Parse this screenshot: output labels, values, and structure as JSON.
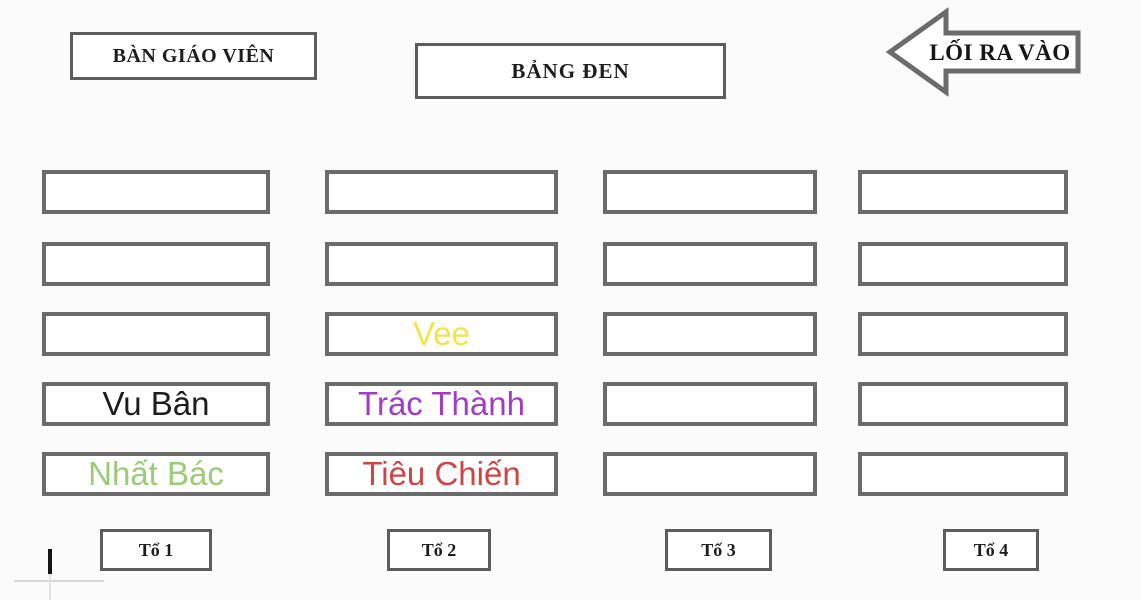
{
  "header": {
    "teacher_desk_label": "BÀN GIÁO VIÊN",
    "blackboard_label": "BẢNG ĐEN",
    "exit_label": "LỐI RA VÀO"
  },
  "colors": {
    "desk_border": "#6b6b6b",
    "label_border": "#5d5d5d",
    "name_black": "#1c1c1c",
    "name_yellow": "#f2e449",
    "name_green": "#9bcb76",
    "name_purple": "#a23cc6",
    "name_red": "#cf4545"
  },
  "columns": [
    {
      "group_label": "Tổ 1",
      "seats": [
        {
          "name": ""
        },
        {
          "name": ""
        },
        {
          "name": ""
        },
        {
          "name": "Vu Bân",
          "color": "#1c1c1c"
        },
        {
          "name": "Nhất Bác",
          "color": "#9bcb76"
        }
      ]
    },
    {
      "group_label": "Tổ 2",
      "seats": [
        {
          "name": ""
        },
        {
          "name": ""
        },
        {
          "name": "Vee",
          "color": "#f2e449"
        },
        {
          "name": "Trác Thành",
          "color": "#a23cc6"
        },
        {
          "name": "Tiêu Chiến",
          "color": "#cf4545"
        }
      ]
    },
    {
      "group_label": "Tổ 3",
      "seats": [
        {
          "name": ""
        },
        {
          "name": ""
        },
        {
          "name": ""
        },
        {
          "name": ""
        },
        {
          "name": ""
        }
      ]
    },
    {
      "group_label": "Tổ 4",
      "seats": [
        {
          "name": ""
        },
        {
          "name": ""
        },
        {
          "name": ""
        },
        {
          "name": ""
        },
        {
          "name": ""
        }
      ]
    }
  ]
}
